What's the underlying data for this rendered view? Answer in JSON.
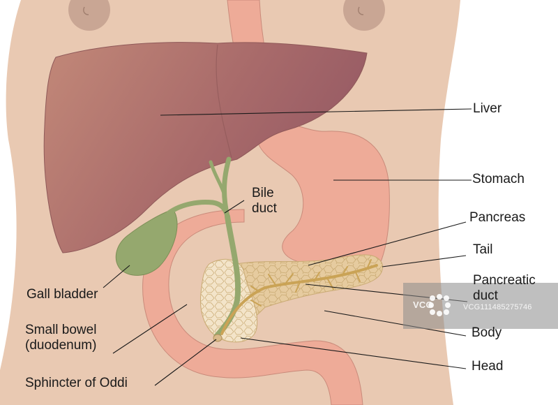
{
  "labels": {
    "liver": "Liver",
    "stomach": "Stomach",
    "bile_duct": "Bile\nduct",
    "pancreas": "Pancreas",
    "tail": "Tail",
    "pancreatic_duct": "Pancreatic\nduct",
    "gall_bladder": "Gall bladder",
    "small_bowel": "Small bowel\n(duodenum)",
    "body": "Body",
    "head": "Head",
    "sphincter": "Sphincter of Oddi"
  },
  "watermark": {
    "logo": "VCG",
    "id_text": "VCG111485275746"
  },
  "colors": {
    "skin": "#e9c9b2",
    "liver": "#a96868",
    "stomach": "#eeab98",
    "bowel": "#eeab98",
    "gallbladder": "#95a86e",
    "pancreas": "#e4c79b",
    "duct": "#caa356",
    "nipple": "#c9a694",
    "leader_line": "#1a1a1a"
  }
}
